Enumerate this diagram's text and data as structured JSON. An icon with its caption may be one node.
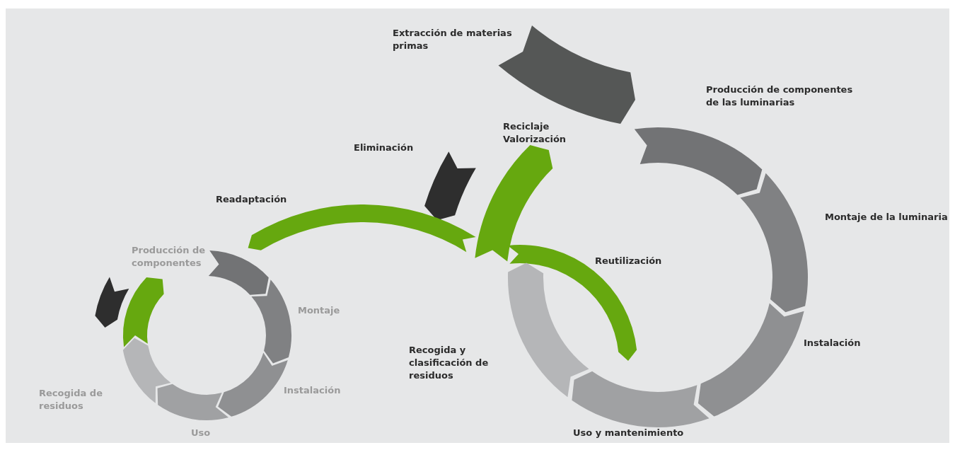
{
  "diagram": {
    "nodes": [
      {
        "text": [],
        "shape": "arrow",
        "beside": [
          "Extracción de materias primas"
        ]
      },
      {
        "text": [],
        "shape": "arrow",
        "beside": [
          "Producción de componentes de las luminarias"
        ]
      },
      {
        "text": [],
        "shape": "arrow",
        "beside": [
          "Eliminación"
        ]
      },
      {
        "text": [],
        "shape": "arrow",
        "beside": [
          "Reciclaje Valorización"
        ]
      },
      {
        "text": [],
        "shape": "arrow",
        "beside": [
          "Readaptación"
        ]
      },
      {
        "text": [],
        "shape": "arrow",
        "beside": [
          "Montaje de la luminaria"
        ]
      },
      {
        "text": [],
        "shape": "arrow",
        "beside": [
          "Reutilización"
        ]
      },
      {
        "text": [],
        "shape": "arrow",
        "beside": [
          "Producción de componentes"
        ]
      },
      {
        "text": [],
        "shape": "arrow",
        "beside": [
          "Montaje"
        ]
      },
      {
        "text": [],
        "shape": "arrow"
      },
      {
        "text": [],
        "shape": "arrow"
      },
      {
        "text": [],
        "shape": "arrow",
        "beside": [
          "Instalación"
        ]
      },
      {
        "text": [],
        "shape": "arrow",
        "beside": [
          "Recogida y clasificación de residuos"
        ]
      },
      {
        "text": [],
        "shape": "arrow",
        "beside": [
          "Instalación"
        ]
      },
      {
        "text": [],
        "shape": "arrow",
        "beside": [
          "Recogida de residuos"
        ]
      },
      {
        "text": [],
        "shape": "arrow",
        "beside": [
          "Uso y mantenimiento"
        ]
      },
      {
        "text": [],
        "shape": "arrow",
        "beside": [
          "Uso"
        ]
      }
    ]
  }
}
